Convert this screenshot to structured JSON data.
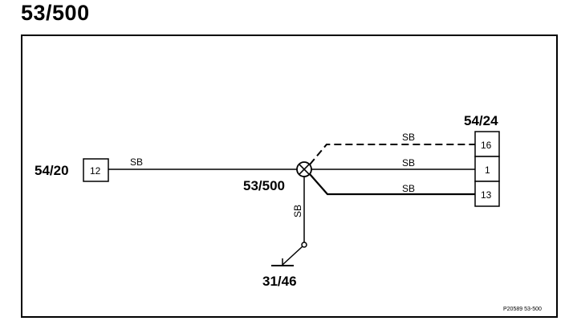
{
  "title": "53/500",
  "connectors": {
    "left": {
      "name": "54/20",
      "pin": "12"
    },
    "right": {
      "name": "54/24",
      "pins": [
        "16",
        "1",
        "13"
      ]
    }
  },
  "splice": {
    "name": "53/500"
  },
  "ground": {
    "name": "31/46"
  },
  "wires": {
    "left_to_splice": "SB",
    "splice_to_pin16": "SB",
    "splice_to_pin1": "SB",
    "splice_to_pin13": "SB",
    "splice_to_ground": "SB"
  },
  "reference": "P20589  53-500"
}
